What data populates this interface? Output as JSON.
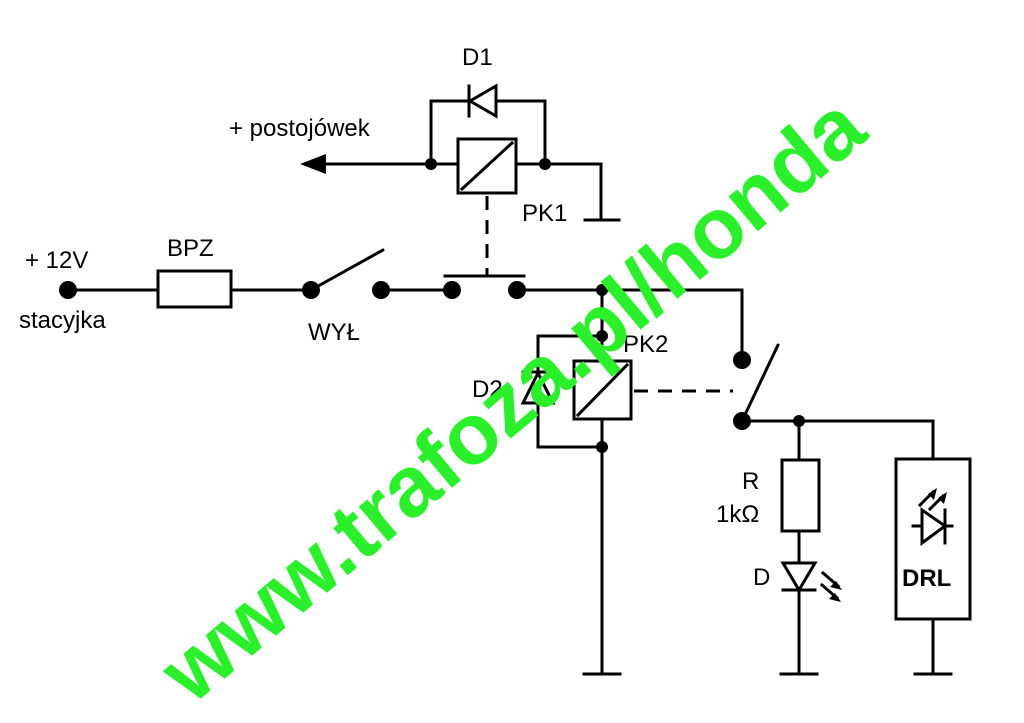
{
  "labels": {
    "supply": "+ 12V",
    "supply_source": "stacyjka",
    "fuse": "BPZ",
    "switch": "WYŁ",
    "parking_lights": "+ postojówek",
    "diode1": "D1",
    "relay1": "PK1",
    "relay2": "PK2",
    "diode2": "D2",
    "resistor": "R",
    "resistor_value": "1kΩ",
    "led": "D",
    "drl": "DRL"
  },
  "watermark": "www.trafoza.pl/honda",
  "colors": {
    "wiring": "#000000",
    "watermark": "#2bef2b",
    "background": "#ffffff"
  }
}
